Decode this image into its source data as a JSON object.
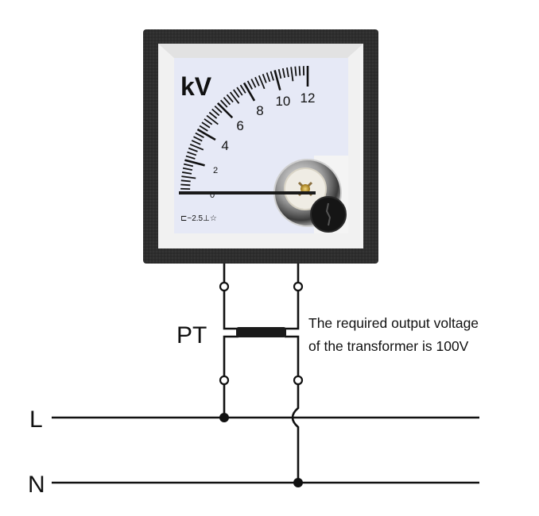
{
  "meter": {
    "unit": "kV",
    "scale_min": 0,
    "scale_max": 12,
    "major_ticks": [
      "0",
      "2",
      "4",
      "6",
      "8",
      "10",
      "12"
    ],
    "class_marking": "⊏~2.5⊥☆",
    "needle_value": 0,
    "colors": {
      "bezel": "#2b2b2b",
      "face": "#e6e9f6",
      "frame": "#f1f1f1",
      "ink": "#111111"
    }
  },
  "circuit": {
    "pt_label": "PT",
    "note_line1": "The required output voltage",
    "note_line2": "of the transformer is 100V",
    "line_label": "L",
    "neutral_label": "N"
  }
}
